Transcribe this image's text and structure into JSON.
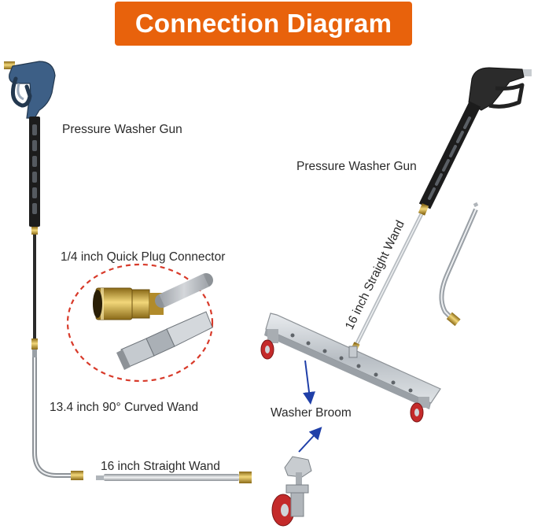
{
  "title": "Connection Diagram",
  "colors": {
    "banner": "#e8620c",
    "banner_text": "#ffffff",
    "left_gun_body": "#3d5f86",
    "right_gun_body": "#2b2b2b",
    "extension_sleeve": "#1c1c1c",
    "steel": "#c8ccd0",
    "brass": "#c9a23c",
    "wheel": "#c42a2a",
    "arrow": "#1f3fa8",
    "dashed_ring": "#d83a2a"
  },
  "labels": {
    "gun_left": "Pressure Washer Gun",
    "gun_right": "Pressure Washer Gun",
    "connector": "1/4 inch Quick Plug Connector",
    "curved_wand": "13.4 inch 90° Curved Wand",
    "straight_wand_bottom": "16 inch Straight Wand",
    "straight_wand_diagonal": "16 inch Straight Wand",
    "broom": "Washer Broom"
  }
}
